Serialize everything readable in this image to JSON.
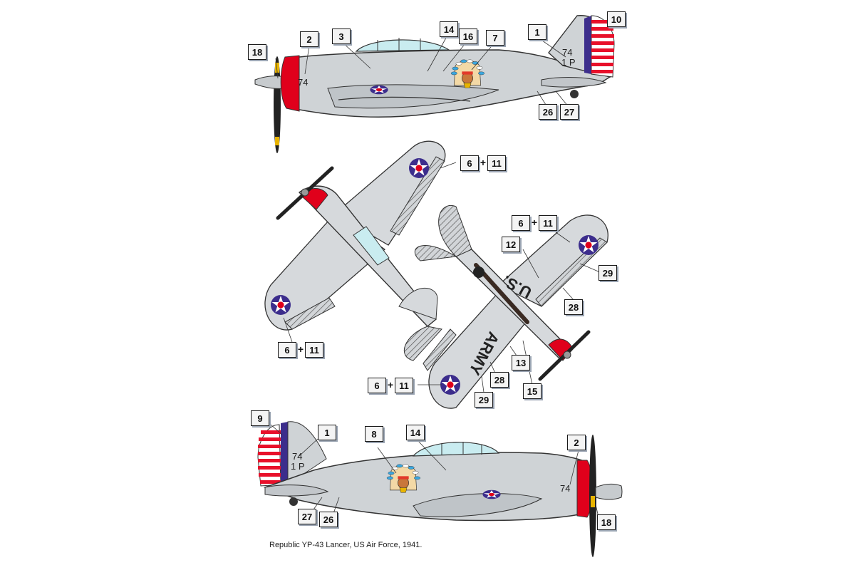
{
  "caption": "Republic YP-43 Lancer, US Air Force, 1941.",
  "aircraft_markings": {
    "fuselage_number": "74",
    "tail_code_number": "74",
    "tail_code_letters": "1 P",
    "wing_us": "U.S.",
    "wing_army": "ARMY"
  },
  "callouts": {
    "c1": "1",
    "c2": "2",
    "c3": "3",
    "c7": "7",
    "c8": "8",
    "c9": "9",
    "c10": "10",
    "c12": "12",
    "c13": "13",
    "c14": "14",
    "c15": "15",
    "c16": "16",
    "c18": "18",
    "c26": "26",
    "c27": "27",
    "c28": "28",
    "c29": "29",
    "six": "6",
    "eleven": "11",
    "plus": "+"
  },
  "colors": {
    "aluminum": "#cfd3d6",
    "aluminum_light": "#e4e7e9",
    "outline": "#333333",
    "nose_red": "#e0001b",
    "insignia_blue": "#3c2d8c",
    "stripe_red": "#e8102a",
    "glass": "#c9ecf0"
  },
  "icons": [
    "star-insignia-icon",
    "headdress-emblem-icon",
    "propeller-icon"
  ]
}
